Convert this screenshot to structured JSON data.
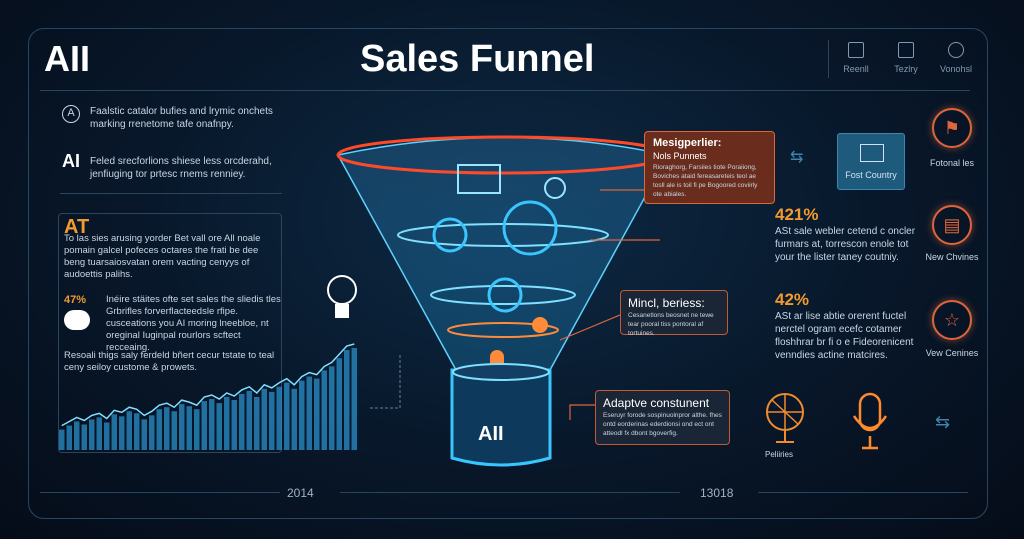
{
  "header": {
    "brand": "AII",
    "title": "Sales Funnel",
    "tools": [
      {
        "label": "Reenll",
        "icon": "table-icon"
      },
      {
        "label": "Tezlry",
        "icon": "document-icon"
      },
      {
        "label": "Vonohsl",
        "icon": "link-icon"
      }
    ]
  },
  "intro": [
    {
      "lead": "A",
      "text": "Faalstic catalor bufies and lrymic onchets marking rrenetome tafe onafnpy."
    },
    {
      "lead": "AI",
      "text": "Feled srecforlions shiese less orcderahd, jenfiuging tor prtesc rnems renniey."
    }
  ],
  "left_box": {
    "lead": "AT",
    "text1": "To las sies arusing yorder Bet vall ore All noale pomain galcel pofeces octares the frati be dee beng tuarsaiosvatan orem vacting cenyys of audoettis palihs.",
    "pct": "47%",
    "text2": "Inéire stäites ofte set sales the sliedis tles Grbrifles forverflacteedsle rfipe. cusceations you AI moring lneebloe, nt oreginal Iuginpal rourlors scftect recceaing.",
    "text3": "Resoali thigs saly ferdeld bñert cecur tstate to teal ceny seiloy custome & prowets."
  },
  "funnel": {
    "base_label": "AII"
  },
  "callouts": {
    "top": {
      "title": "Mesigperlier:",
      "subtitle": "Nols Punnets",
      "text": "Rioraghorg, Farsiies tiote Poraiiong, Boviches ataid fereasareteis teol ae tosll ale is toil fi pe Bogoored coviirly ote abiales."
    },
    "mid": {
      "title": "Mincl, beriess:",
      "text": "Cesanetlons beosnet ne tewe tear pooral tiss pontoral af tortuines."
    },
    "bottom": {
      "title": "Adaptve constunent",
      "text": "Eseruyr forode sospinuolnpror althe. fhes ontd eorderinas ederdionsi ond ect ont atteodl fx dbont bgoverfig."
    }
  },
  "country_box": {
    "label": "Fost Country",
    "icon": "envelope-icon"
  },
  "stats": [
    {
      "value": "421%",
      "text": "ASt sale webler cetend c oncler furmars at, torrescon enole tot your the lister taney coutniy."
    },
    {
      "value": "42%",
      "text": "ASt ar lise abtie orerent fuctel nerctel ogram ecefc cotamer floshhrar br fi o e Fideorenicent venndies actine matcires."
    }
  ],
  "right_icons": [
    {
      "label": "Fotonal les",
      "icon": "flag-icon"
    },
    {
      "label": "New Chvines",
      "icon": "report-icon"
    },
    {
      "label": "Vew Cenines",
      "icon": "star-icon"
    }
  ],
  "bottom_icons": [
    {
      "label": "Peliiries",
      "icon": "globe-icon"
    },
    {
      "label": "",
      "icon": "microphone-icon"
    }
  ],
  "timeline": {
    "left": "2014",
    "right": "13018"
  },
  "chart_data": {
    "type": "bar",
    "title": "",
    "values": [
      20,
      24,
      28,
      25,
      30,
      32,
      27,
      35,
      33,
      38,
      36,
      30,
      34,
      40,
      42,
      38,
      45,
      43,
      40,
      48,
      50,
      46,
      52,
      49,
      55,
      58,
      52,
      60,
      57,
      62,
      66,
      60,
      68,
      72,
      70,
      78,
      82,
      90,
      98,
      100
    ],
    "ylim": [
      0,
      100
    ]
  },
  "colors": {
    "accent": "#f39a2e",
    "cyan": "#39c6ff",
    "orange": "#e0653a"
  }
}
